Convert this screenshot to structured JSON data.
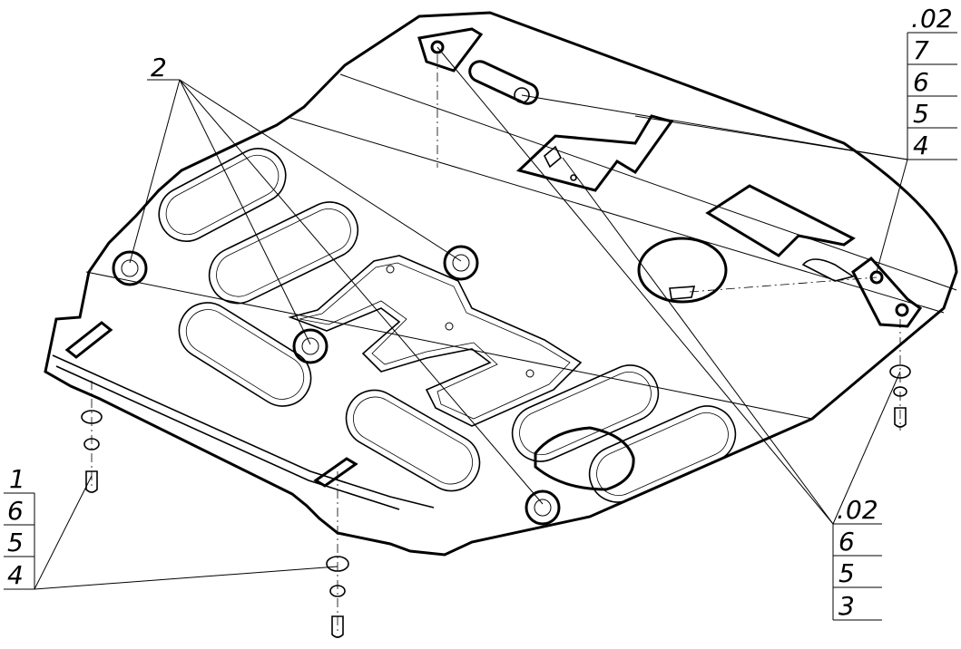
{
  "callouts": {
    "plate_fastener": "2",
    "top_right": [
      "02",
      "7",
      "6",
      "5",
      "4"
    ],
    "bottom_right": [
      "02",
      "6",
      "5",
      "3"
    ],
    "bottom_left": [
      "1",
      "6",
      "5",
      "4"
    ]
  },
  "colors": {
    "ink": "#000000",
    "paper": "#ffffff"
  }
}
